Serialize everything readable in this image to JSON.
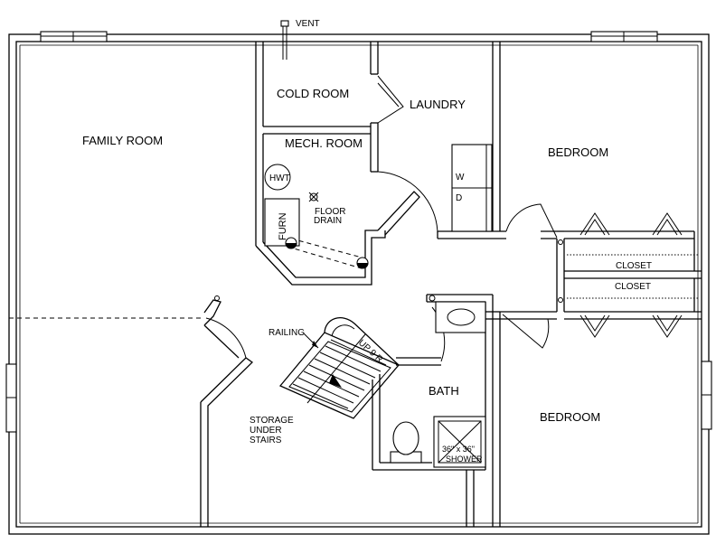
{
  "labels": {
    "vent": "VENT",
    "cold_room": "COLD ROOM",
    "laundry": "LAUNDRY",
    "family_room": "FAMILY ROOM",
    "mech_room": "MECH. ROOM",
    "bedroom_top": "BEDROOM",
    "bedroom_bottom": "BEDROOM",
    "hwt": "HWT",
    "floor_drain_1": "FLOOR",
    "floor_drain_2": "DRAIN",
    "furn": "FURN",
    "washer": "W",
    "dryer": "D",
    "closet_top": "CLOSET",
    "closet_bottom": "CLOSET",
    "railing": "RAILING",
    "stairs": "UP 9 R",
    "bath": "BATH",
    "storage_1": "STORAGE",
    "storage_2": "UNDER",
    "storage_3": "STAIRS",
    "shower_1": "36\" x 36\"",
    "shower_2": "SHOWER"
  }
}
